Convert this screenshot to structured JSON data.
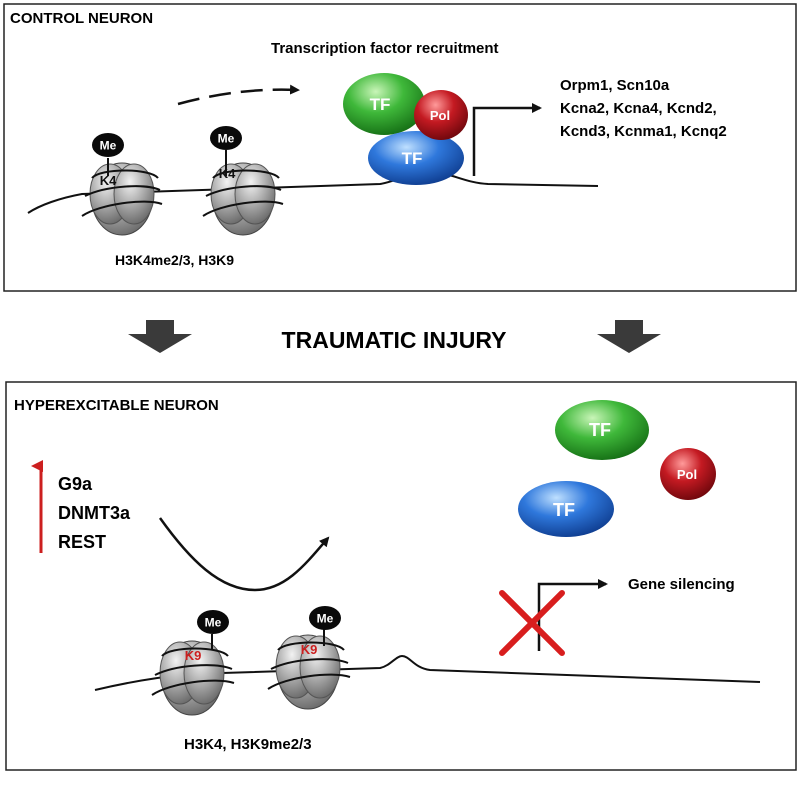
{
  "control_panel": {
    "title": "CONTROL NEURON",
    "recruitment_label": "Transcription factor recruitment",
    "nucleosome_1": {
      "mark": "Me",
      "residue": "K4"
    },
    "nucleosome_2": {
      "mark": "Me",
      "residue": "K4"
    },
    "histone_label": "H3K4me2/3, H3K9",
    "tf_top": "TF",
    "tf_bottom": "TF",
    "pol": "Pol",
    "gene_lines": [
      "Orpm1, Scn10a",
      "Kcna2, Kcna4, Kcnd2,",
      "Kcnd3, Kcnma1, Kcnq2"
    ]
  },
  "transition": {
    "label": "TRAUMATIC INJURY"
  },
  "hyper_panel": {
    "title": "HYPEREXCITABLE NEURON",
    "upregulated": [
      "G9a",
      "DNMT3a",
      "REST"
    ],
    "tf_top": "TF",
    "tf_bottom": "TF",
    "pol": "Pol",
    "silencing_label": "Gene silencing",
    "nucleosome_1": {
      "mark": "Me",
      "residue": "K9"
    },
    "nucleosome_2": {
      "mark": "Me",
      "residue": "K9"
    },
    "histone_label": "H3K4, H3K9me2/3"
  },
  "colors": {
    "tf_green": "#2aa12a",
    "tf_blue": "#1f5fc4",
    "pol_red": "#b3121b",
    "up_arrow_red": "#cc1f1f",
    "k9_red": "#cc1f1f",
    "x_mark_red": "#d81e1e",
    "block_arrow": "#3a3a3a",
    "nucleosome_gray": "#9a9a9a"
  },
  "icons": {
    "nucleosome": "nucleosome-icon",
    "block_arrow": "down-arrow-icon",
    "silencing_mark": "x-mark-icon"
  }
}
